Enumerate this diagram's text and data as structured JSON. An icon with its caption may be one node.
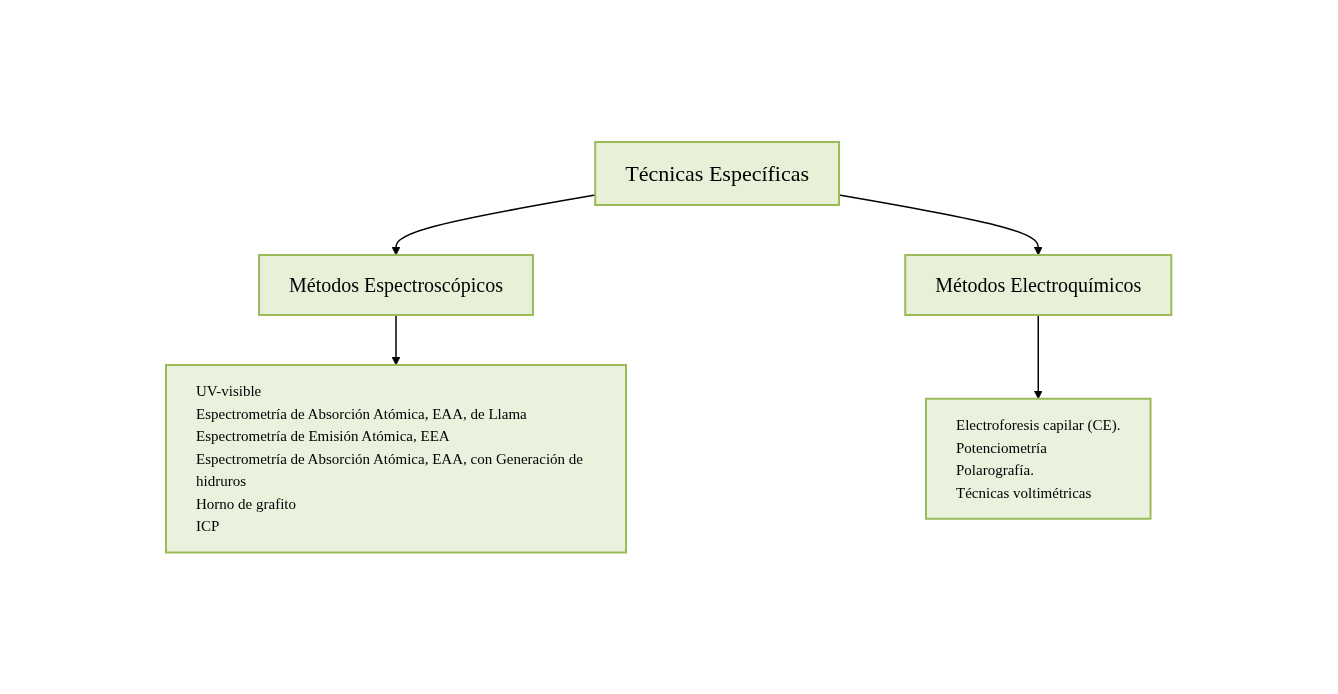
{
  "diagram": {
    "nodes": [
      {
        "text": [
          "Técnicas Específicas"
        ]
      },
      {
        "text": [
          "Métodos Espectroscópicos"
        ]
      },
      {
        "text": [
          "Métodos Electroquímicos"
        ]
      },
      {
        "text": [
          "UV-visible",
          "Espectrometría de Absorción Atómica, EAA, de Llama",
          "Espectrometría de Emisión Atómica, EEA",
          "Espectrometría de Absorción Atómica, EAA, con Generación de hidruros",
          "Horno de grafito",
          "ICP"
        ]
      },
      {
        "text": [
          "Electroforesis capilar (CE).",
          "Potenciometría",
          "Polarografía.",
          "Técnicas voltimétricas"
        ]
      }
    ],
    "edges": [
      {
        "from": 0,
        "to": 1,
        "arrow": "to"
      },
      {
        "from": 0,
        "to": 2,
        "arrow": "to"
      },
      {
        "from": 1,
        "to": 3,
        "arrow": "to"
      },
      {
        "from": 2,
        "to": 4,
        "arrow": "to"
      }
    ]
  }
}
